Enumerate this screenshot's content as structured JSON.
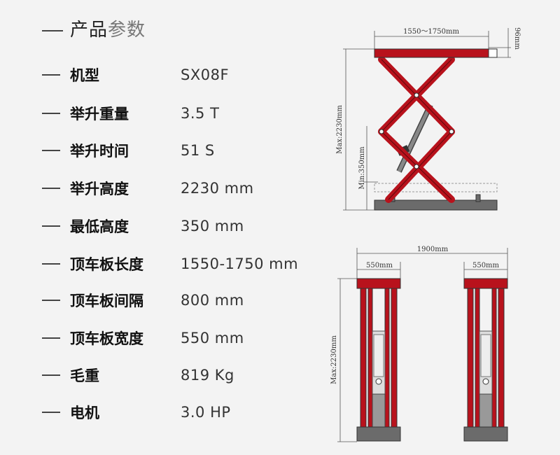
{
  "title": {
    "part1": "产品",
    "part2": "参数"
  },
  "specs": [
    {
      "label": "机型",
      "value": "SX08F"
    },
    {
      "label": "举升重量",
      "value": "3.5 T"
    },
    {
      "label": "举升时间",
      "value": "51 S"
    },
    {
      "label": "举升高度",
      "value": "2230 mm"
    },
    {
      "label": "最低高度",
      "value": "350 mm"
    },
    {
      "label": "顶车板长度",
      "value": "1550-1750 mm"
    },
    {
      "label": "顶车板间隔",
      "value": "800 mm"
    },
    {
      "label": "顶车板宽度",
      "value": "550 mm"
    },
    {
      "label": "毛重",
      "value": "819 Kg"
    },
    {
      "label": "电机",
      "value": "3.0 HP"
    }
  ],
  "side_view": {
    "top_width": "1550～1750mm",
    "platform_thickness": "96mm",
    "max_height": "Max:2230mm",
    "min_height": "Min:350mm"
  },
  "front_view": {
    "total_width": "1900mm",
    "left_width": "550mm",
    "right_width": "550mm",
    "max_height": "Max:2230mm"
  },
  "colors": {
    "frame": "#b8121c",
    "base": "#6b6b6b"
  }
}
